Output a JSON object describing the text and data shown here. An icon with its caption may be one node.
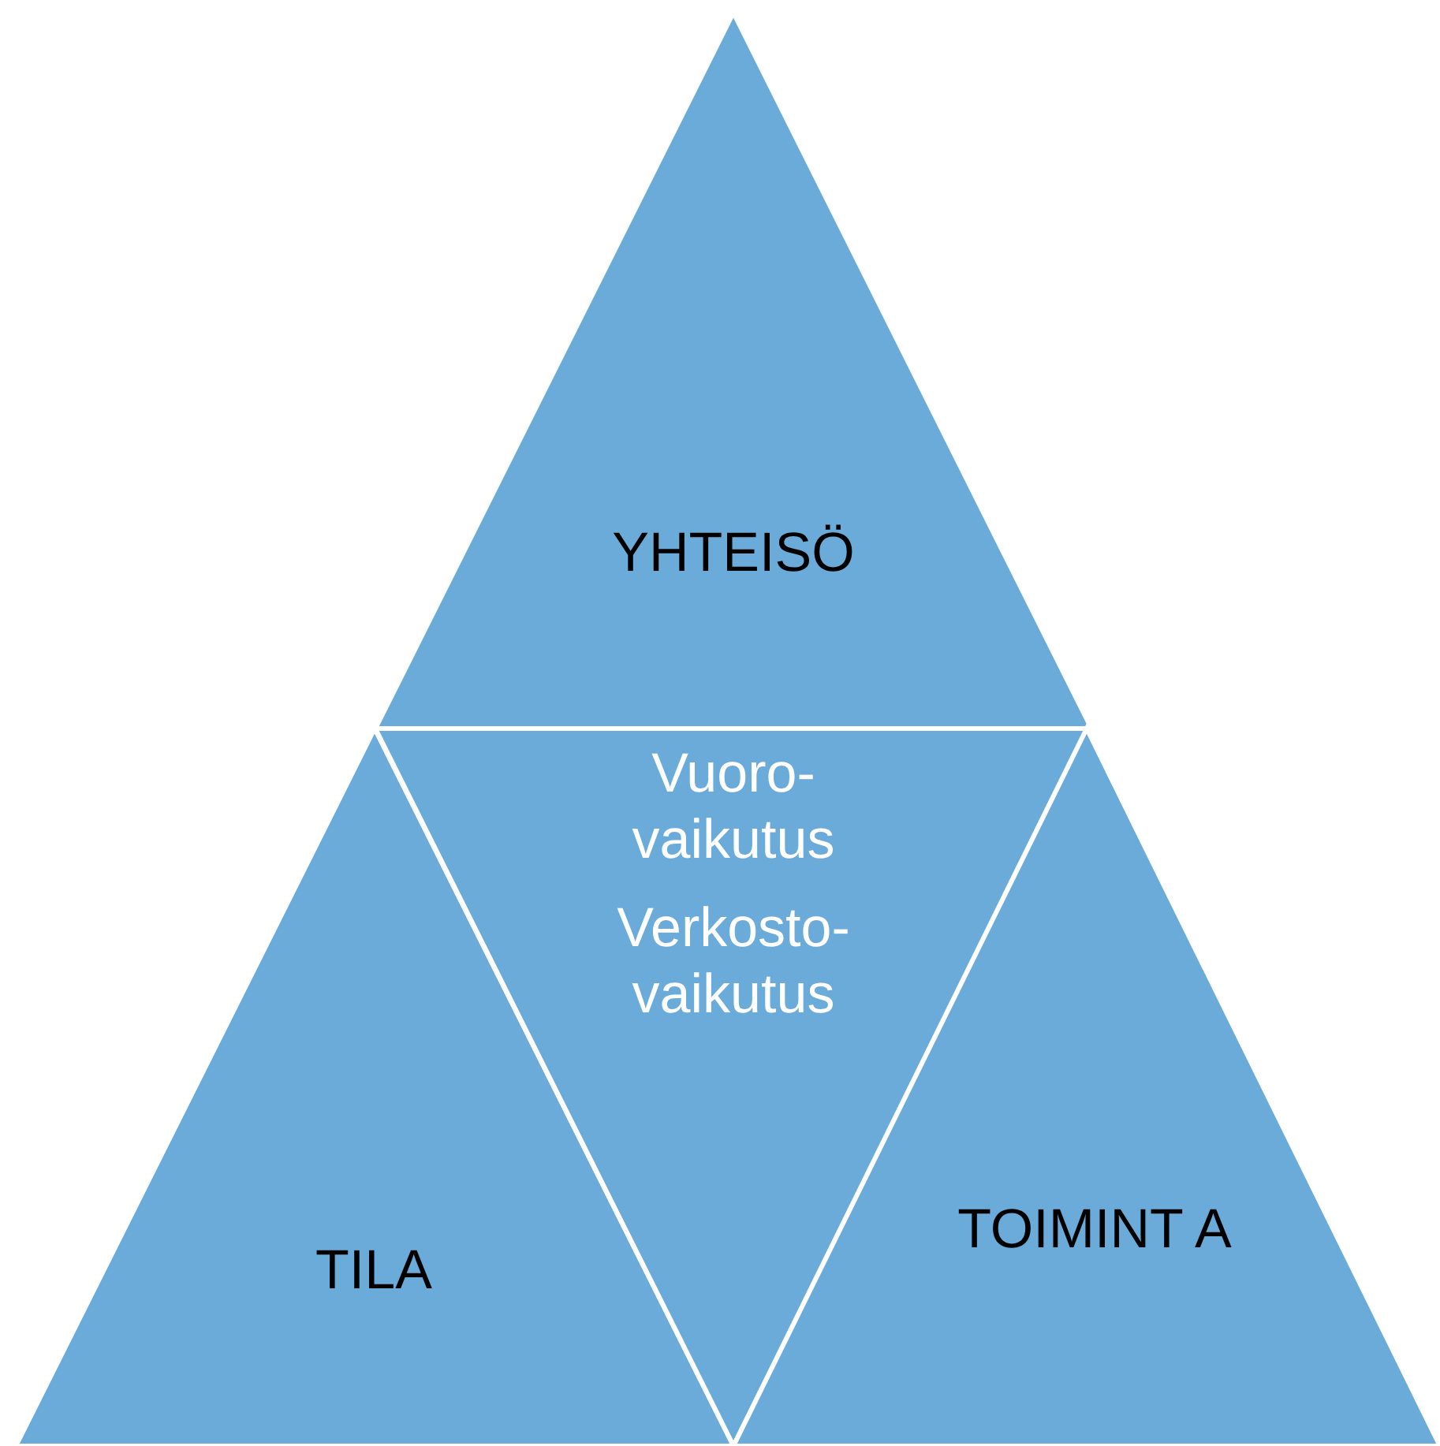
{
  "diagram": {
    "nodes": [
      {
        "text": [
          "YHTEISÖ"
        ]
      },
      {
        "text": [
          "Vuoro- vaikutus",
          "Verkosto- vaikutus"
        ]
      },
      {
        "text": [
          "TILA"
        ]
      },
      {
        "text": [
          "TOIMINT A"
        ]
      }
    ]
  }
}
